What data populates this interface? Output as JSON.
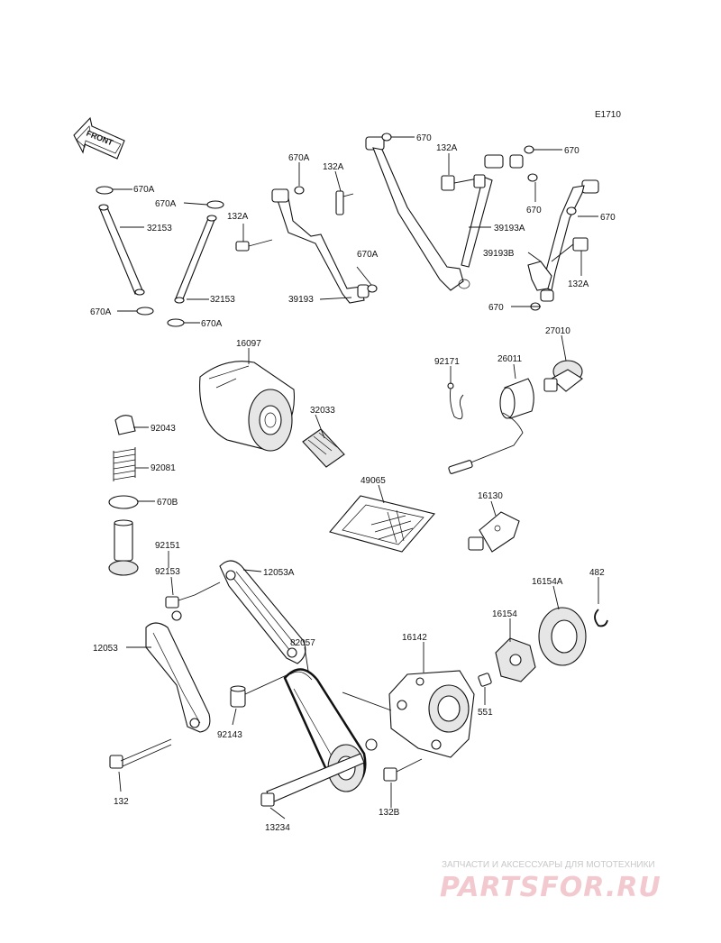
{
  "diagram": {
    "code": "E1710",
    "front_label": "FRONT",
    "callouts": [
      "670A",
      "32153",
      "670A",
      "32153",
      "670A",
      "670A",
      "132A",
      "670A",
      "670A",
      "39193",
      "670",
      "132A",
      "132A",
      "39193A",
      "670",
      "670",
      "39193B",
      "670",
      "132A",
      "670",
      "16097",
      "92043",
      "92081",
      "670B",
      "92151",
      "92153",
      "32033",
      "92171",
      "26011",
      "27010",
      "49065",
      "16130",
      "12053A",
      "12053",
      "92143",
      "132",
      "82057",
      "13234",
      "16142",
      "132B",
      "16154A",
      "482",
      "16154",
      "551"
    ]
  },
  "watermark": {
    "tagline": "ЗАПЧАСТИ И АКСЕССУАРЫ ДЛЯ МОТОТЕХНИКИ",
    "logo": "PARTSFOR.RU"
  }
}
